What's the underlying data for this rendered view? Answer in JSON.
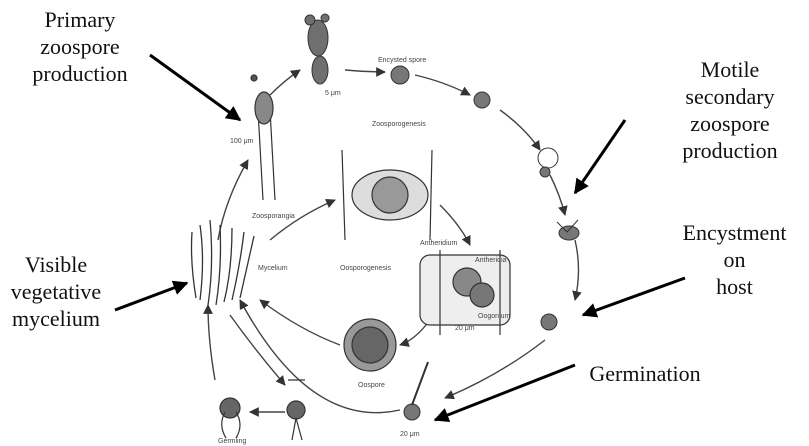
{
  "labels": {
    "primary": "Primary\nzoospore\nproduction",
    "motile": "Motile\nsecondary\nzoospore\nproduction",
    "encystment": "Encystment\non\nhost",
    "germination": "Germination",
    "visible": "Visible\nvegetative\nmycelium"
  },
  "small_labels": {
    "encysted_spore": "Encysted spore",
    "zoosporogenesis": "Zoosporogenesis",
    "zoosporangia": "Zoosporangia",
    "oosporogenesis": "Oosporogenesis",
    "antheridium_top": "Antheridium",
    "antheridium": "Antheridia",
    "oogonium": "Oogonium",
    "mycelium": "Mycelium",
    "oospore": "Oospore",
    "germling": "Germling",
    "scale_100": "100 μm",
    "scale_5": "5 μm",
    "scale_20a": "20 μm",
    "scale_20b": "20 μm"
  },
  "colors": {
    "ink": "#2b2b2b",
    "arrow": "#000000"
  }
}
